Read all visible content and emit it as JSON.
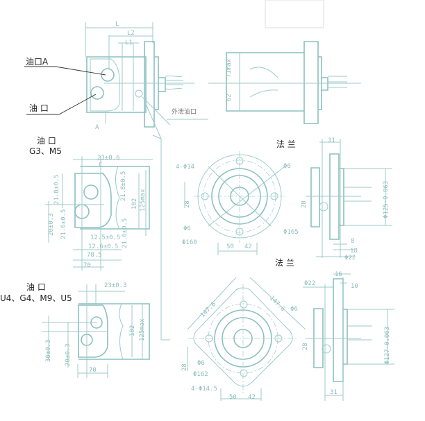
{
  "colors": {
    "line": "#9ccaca",
    "label": "#222222"
  },
  "top_view": {
    "dim_L": "L",
    "dim_L2": "L2",
    "dim_L1": "L1",
    "port_a_label": "油口A",
    "port_b_label": "油  口",
    "drain_label": "外泄油口",
    "section_label": "A",
    "dim_71max": "71max",
    "dim_62": "62"
  },
  "port_g3": {
    "title": "油  口",
    "subtitle": "G3、M5",
    "dims": [
      "23±0.6",
      "C",
      "21.8±0.5",
      "21.8±0.5",
      "20±0.3",
      "21.6±0.5",
      "102",
      "125max",
      "12.5±0.5",
      "12.6±0.5",
      "21.6±0.5",
      "78.5",
      "70"
    ]
  },
  "flange_round": {
    "title": "法  兰",
    "dims": [
      "4-Φ14",
      "Φ6",
      "28",
      "Φ6",
      "Φ160",
      "Φ165",
      "50",
      "42"
    ],
    "side_dims": [
      "31",
      "28",
      "Φ125-0.063",
      "8",
      "18",
      "Φ22"
    ]
  },
  "port_u4": {
    "title": "油         口",
    "subtitle": "U4、G4、M9、U5",
    "dims": [
      "23±0.3",
      "102",
      "125max",
      "30±0.3",
      "20±0.3",
      "70"
    ]
  },
  "flange_square": {
    "title": "法  兰",
    "dims": [
      "147.6",
      "147.6",
      "Φ6",
      "Φ6",
      "Φ162",
      "4-Φ14.5",
      "28",
      "50",
      "42"
    ],
    "side_dims": [
      "16",
      "Φ22",
      "10",
      "28",
      "Φ127-0.063",
      "31"
    ]
  }
}
